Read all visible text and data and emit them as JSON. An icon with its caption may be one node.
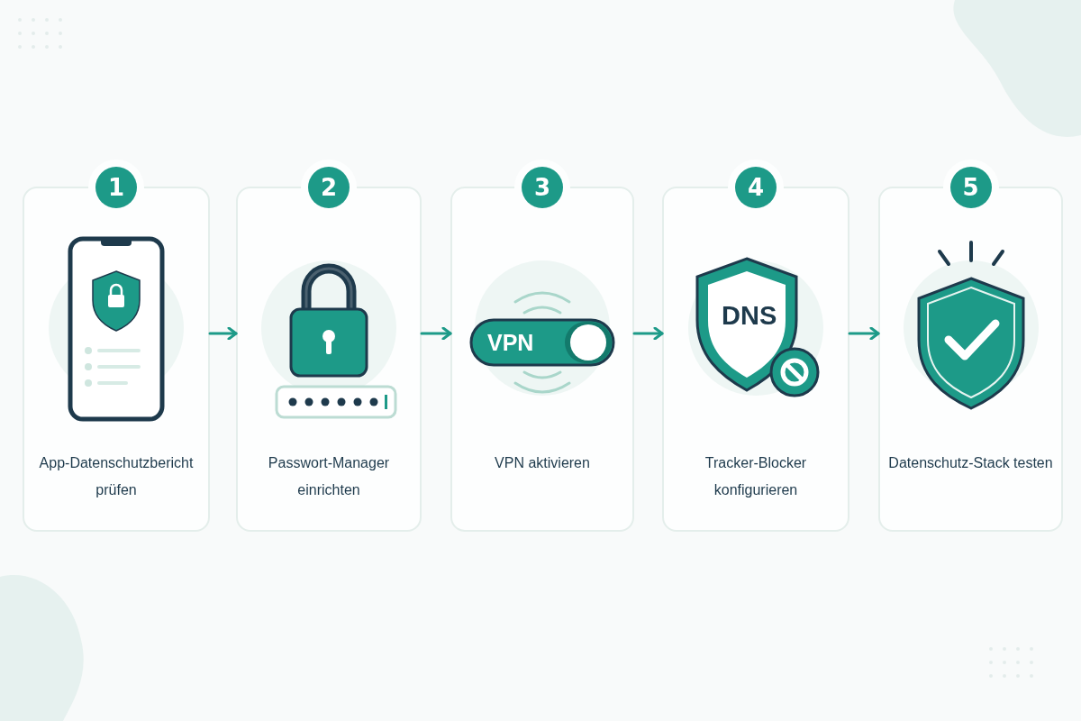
{
  "diagram": {
    "nodes": [
      {
        "text": [
          "1",
          "App-Datenschutzbericht prüfen"
        ]
      },
      {
        "text": [
          "2",
          "Passwort-Manager einrichten"
        ]
      },
      {
        "text": [
          "3",
          "VPN",
          "VPN aktivieren"
        ]
      },
      {
        "text": [
          "4",
          "DNS",
          "Tracker-Blocker konfigurieren"
        ]
      },
      {
        "text": [
          "5",
          "Datenschutz-Stack testen"
        ]
      }
    ],
    "edges": [
      {
        "from": 0,
        "to": 1,
        "arrow": "to"
      },
      {
        "from": 1,
        "to": 2,
        "arrow": "to"
      },
      {
        "from": 2,
        "to": 3,
        "arrow": "to"
      },
      {
        "from": 3,
        "to": 4,
        "arrow": "to"
      }
    ]
  }
}
